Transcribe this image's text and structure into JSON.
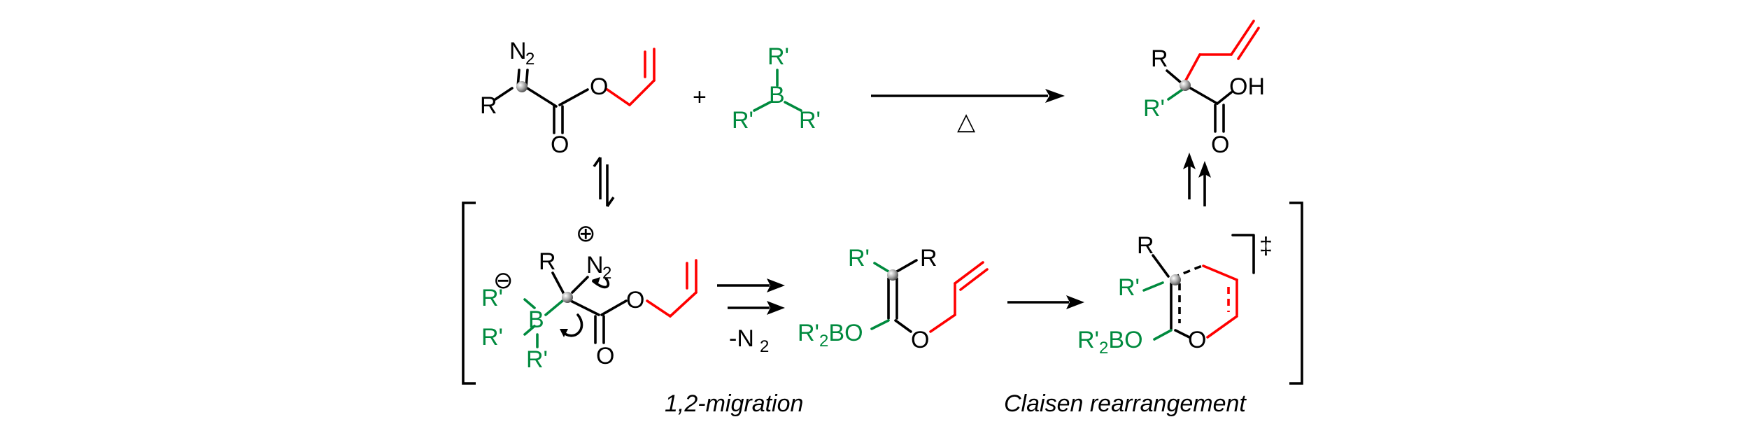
{
  "scheme": {
    "reagents": {
      "diazo_ester": {
        "n2_label": "N",
        "n2_sub": "2",
        "r_label": "R",
        "carbonyl_o": "O",
        "ester_o": "O"
      },
      "plus": "+",
      "borane": {
        "b_label": "B",
        "r_top": "R'",
        "r_left": "R'",
        "r_right": "R'"
      }
    },
    "main_arrow": {
      "condition": "△"
    },
    "product": {
      "r_label": "R",
      "r_prime": "R'",
      "acid_oh": "OH",
      "carbonyl_o": "O"
    },
    "ate_complex": {
      "charge_neg": "⊖",
      "charge_pos": "⊕",
      "n2_label": "N",
      "n2_sub": "2",
      "r_label": "R",
      "b_label": "B",
      "r_top": "R'",
      "r_mid": "R'",
      "r_bottom": "R'",
      "carbonyl_o": "O",
      "ester_o": "O"
    },
    "step1": {
      "loss": "-N",
      "loss_sub": "2",
      "caption": "1,2-migration"
    },
    "enolate": {
      "r_prime": "R'",
      "r_label": "R",
      "boryl_a": "R'",
      "boryl_sub": "2",
      "boryl_b": "BO",
      "ether_o": "O"
    },
    "transition_state": {
      "r_label": "R",
      "r_prime": "R'",
      "boryl_a": "R'",
      "boryl_sub": "2",
      "boryl_b": "BO",
      "ring_o": "O",
      "dagger": "‡"
    },
    "step2": {
      "caption": "Claisen rearrangement"
    },
    "colors": {
      "migrating_group": "#008a3e",
      "allyl": "#ff0000",
      "core": "#000000"
    }
  }
}
